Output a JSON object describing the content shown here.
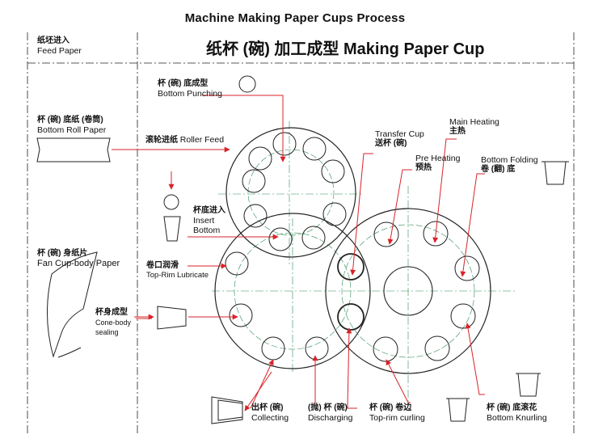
{
  "title": "Machine Making Paper Cups Process",
  "banner": "纸杯 (碗) 加工成型  Making Paper Cup",
  "labels": {
    "feed_paper": {
      "cn": "纸坯进入",
      "en": "Feed Paper"
    },
    "bottom_roll": {
      "cn": "杯 (碗) 底纸 (卷筒)",
      "en": "Bottom Roll Paper"
    },
    "roller_feed": {
      "cn": "滚轮进纸",
      "en": "Roller Feed"
    },
    "bottom_punching": {
      "cn": "杯 (碗) 底成型",
      "en": "Bottom Punching"
    },
    "insert_bottom": {
      "cn": "杯底进入",
      "en1": "Insert",
      "en2": "Bottom"
    },
    "fan_body": {
      "cn": "杯 (碗) 身纸片",
      "en": "Fan Cup-body Paper"
    },
    "top_rim_lubricate": {
      "cn": "卷口润滑",
      "en": "Top-Rim Lubricate"
    },
    "cone_sealing": {
      "cn": "杯身成型",
      "en1": "Cone-body",
      "en2": "sealing"
    },
    "transfer_cup": {
      "en": "Transfer Cup",
      "cn": "送杯 (碗)"
    },
    "pre_heating": {
      "en": "Pre Heating",
      "cn": "预热"
    },
    "main_heating": {
      "en": "Main Heating",
      "cn": "主热"
    },
    "bottom_folding": {
      "en": "Bottom Folding",
      "cn": "卷 (翻) 底"
    },
    "collecting": {
      "cn": "出杯 (碗)",
      "en": "Collecting"
    },
    "discharging": {
      "cn": "(抛) 杯 (碗)",
      "en": "Discharging"
    },
    "top_rim_curling": {
      "cn": "杯 (碗) 卷边",
      "en": "Top-rim curling"
    },
    "bottom_knurling": {
      "cn": "杯 (碗) 底滚花",
      "en": "Bottom Knurling"
    }
  },
  "colors": {
    "arrow": "#d8232a",
    "guide": "#2e8b57",
    "line": "#222222"
  }
}
